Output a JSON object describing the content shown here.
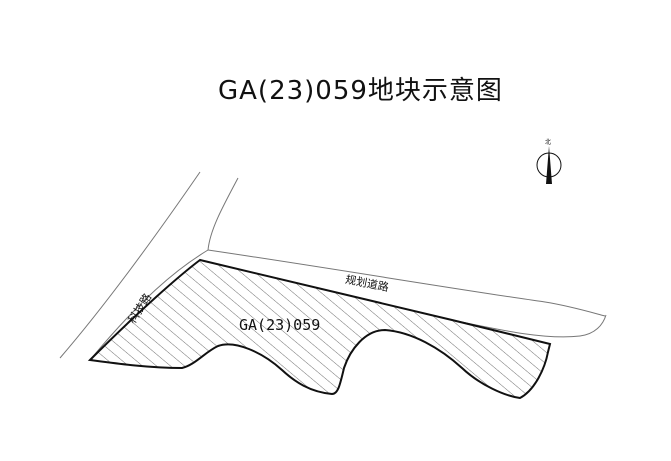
{
  "title": "GA(23)059地块示意图",
  "parcel": {
    "label": "GA(23)059"
  },
  "roads": {
    "keji": "科技路",
    "guihua": "规划道路"
  },
  "north_arrow": {
    "label": "北",
    "icon": "north-arrow-icon"
  },
  "colors": {
    "line": "#111111",
    "road": "#777777",
    "background": "#ffffff"
  }
}
